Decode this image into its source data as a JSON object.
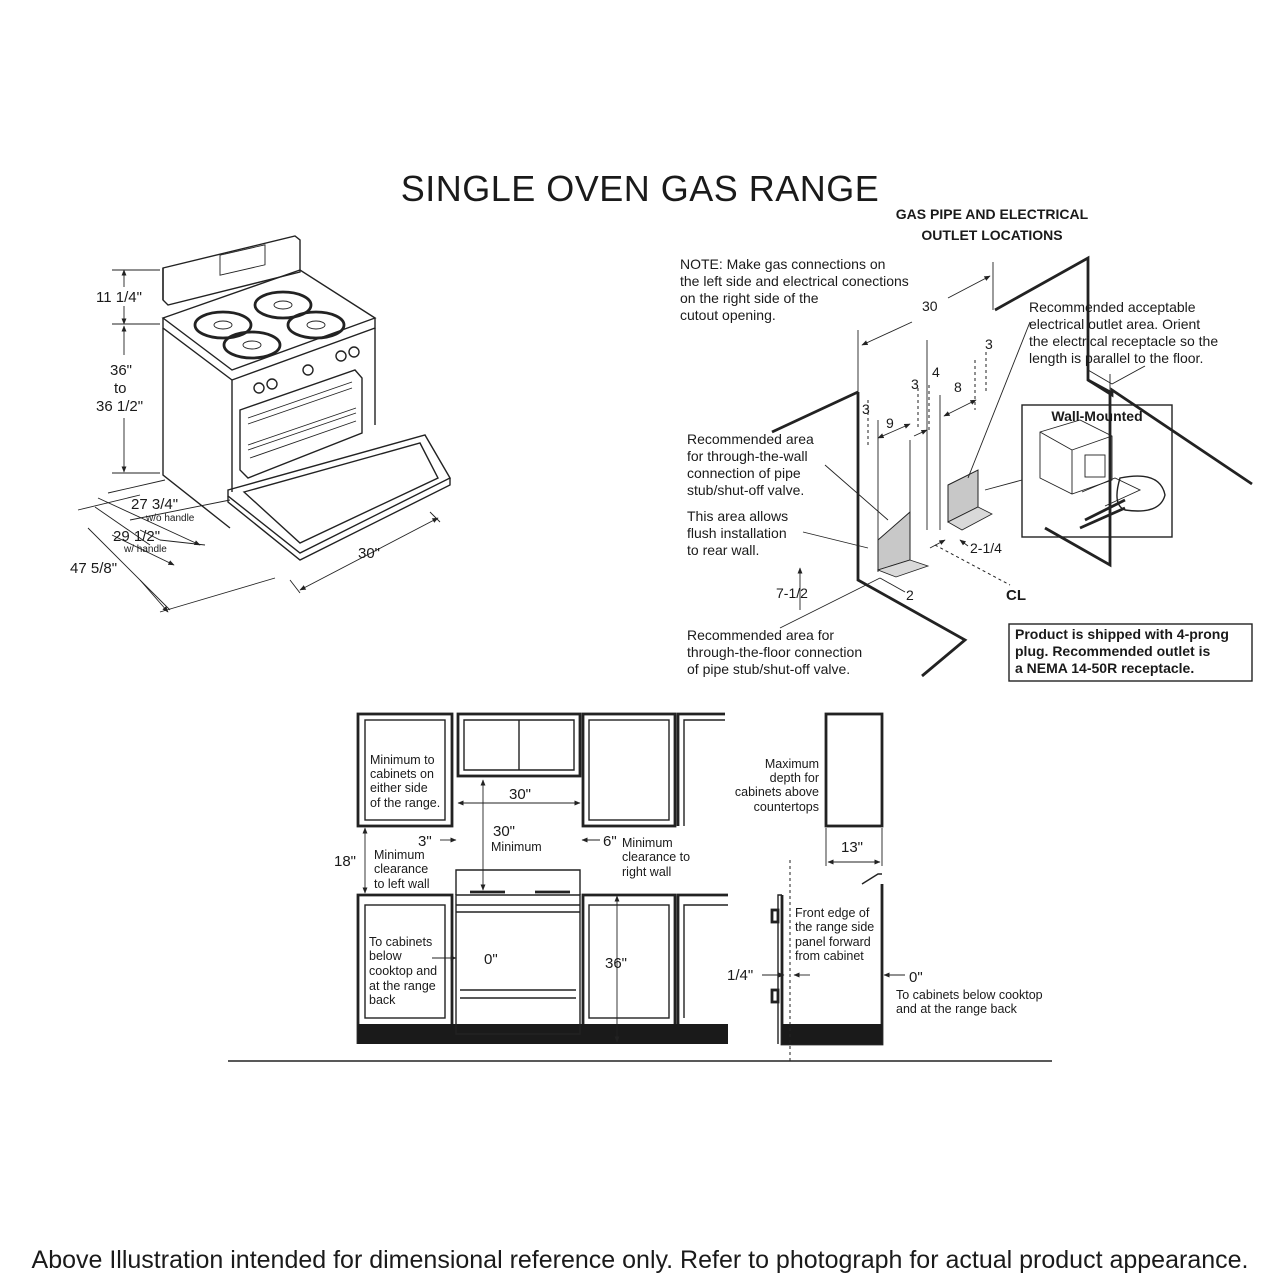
{
  "title": "SINGLE OVEN GAS RANGE",
  "footer": "Above Illustration intended for dimensional reference only. Refer to photograph for actual product appearance.",
  "range_dims": {
    "backguard": "11 1/4\"",
    "height_l1": "36\"",
    "height_l2": "to",
    "height_l3": "36 1/2\"",
    "depth_no_handle": "27 3/4\"",
    "depth_no_handle_note": "w/o handle",
    "depth_handle": "29 1/2\"",
    "depth_handle_note": "w/ handle",
    "depth_door_open": "47 5/8\"",
    "width": "30\""
  },
  "gas_pipe": {
    "heading_l1": "GAS PIPE AND ELECTRICAL",
    "heading_l2": "OUTLET LOCATIONS",
    "note_l1": "NOTE:  Make gas connections on",
    "note_l2": "the left side and electrical conections",
    "note_l3": "on the right side of the",
    "note_l4": "cutout opening.",
    "outlet_l1": "Recommended  acceptable",
    "outlet_l2": "electrical outlet area. Orient",
    "outlet_l3": "the electrical receptacle so the",
    "outlet_l4": "length is parallel to the floor.",
    "wall_l1": "Recommended  area",
    "wall_l2": "for through-the-wall",
    "wall_l3": "connection of pipe",
    "wall_l4": "stub/shut-off valve.",
    "flush_l1": "This  area allows",
    "flush_l2": "flush installation",
    "flush_l3": "to rear wall.",
    "floor_l1": "Recommended  area for",
    "floor_l2": "through-the-floor connection",
    "floor_l3": "of pipe stub/shut-off valve.",
    "wall_mounted": "Wall-Mounted",
    "plug_l1": "Product is shipped with 4-prong",
    "plug_l2": "plug. Recommended  outlet is",
    "plug_l3": "a NEMA  14-50R  receptacle.",
    "dim_30": "30",
    "dim_3a": "3",
    "dim_3b": "3",
    "dim_3c": "3",
    "dim_4": "4",
    "dim_8": "8",
    "dim_9": "9",
    "dim_2_1_4": "2-1/4",
    "dim_7_1_2": "7-1/2",
    "dim_2": "2",
    "centerline": "CL"
  },
  "clearance": {
    "min_cab_l1": "Minimum to",
    "min_cab_l2": "cabinets on",
    "min_cab_l3": "either side",
    "min_cab_l4": "of the range.",
    "w30": "30\"",
    "w30_min": "30\"",
    "minimum": "Minimum",
    "dim3": "3\"",
    "dim6": "6\"",
    "right_l1": "Minimum",
    "right_l2": "clearance to",
    "right_l3": "right wall",
    "dim18": "18\"",
    "left_l1": "Minimum",
    "left_l2": "clearance",
    "left_l3": "to left wall",
    "below_l1": "To cabinets",
    "below_l2": "below",
    "below_l3": "cooktop and",
    "below_l4": "at the range",
    "below_l5": "back",
    "dim0a": "0\"",
    "dim36": "36\"",
    "maxdepth_l1": "Maximum",
    "maxdepth_l2": "depth for",
    "maxdepth_l3": "cabinets above",
    "maxdepth_l4": "countertops",
    "dim13": "13\"",
    "front_l1": "Front edge of",
    "front_l2": "the range side",
    "front_l3": "panel forward",
    "front_l4": "from cabinet",
    "dim14": "1/4\"",
    "dim0b": "0\"",
    "back_l1": "To cabinets below cooktop",
    "back_l2": "and at the range back"
  }
}
